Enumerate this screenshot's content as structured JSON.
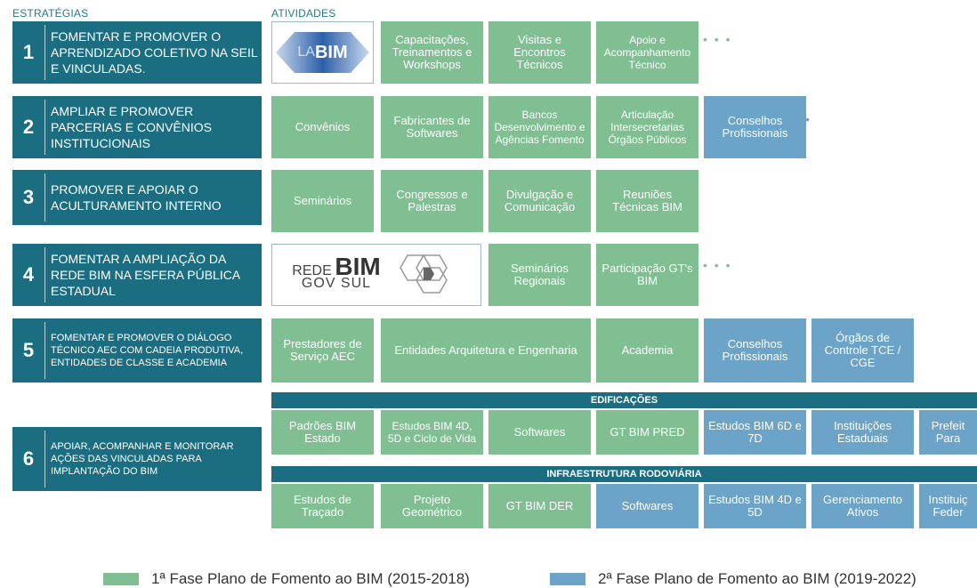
{
  "headers": {
    "strategies": "ESTRATÉGIAS",
    "activities": "ATIVIDADES"
  },
  "strategies": [
    {
      "num": "1",
      "text": "FOMENTAR E PROMOVER O APRENDIZADO COLETIVO NA SEIL E VINCULADAS."
    },
    {
      "num": "2",
      "text": "AMPLIAR E PROMOVER PARCERIAS E CONVÊNIOS INSTITUCIONAIS"
    },
    {
      "num": "3",
      "text": "PROMOVER E APOIAR O ACULTURAMENTO INTERNO"
    },
    {
      "num": "4",
      "text": "FOMENTAR A AMPLIAÇÃO DA REDE BIM NA ESFERA PÚBLICA ESTADUAL"
    },
    {
      "num": "5",
      "text": "FOMENTAR E PROMOVER O DIÁLOGO TÉCNICO AEC COM CADEIA PRODUTIVA, ENTIDADES DE CLASSE E ACADEMIA"
    },
    {
      "num": "6",
      "text": "APOIAR, ACOMPANHAR E MONITORAR AÇÕES DAS VINCULADAS PARA IMPLANTAÇÃO DO BIM"
    }
  ],
  "row1": {
    "logo_text": "BIM",
    "logo_prefix": "LA",
    "items": [
      "Capacitações, Treinamentos e Workshops",
      "Visitas e Encontros Técnicos",
      "Apoio e Acompanhamento Técnico"
    ],
    "more": "• • •"
  },
  "row2": {
    "items": [
      "Convênios",
      "Fabricantes de Softwares",
      "Bancos Desenvolvimento e Agências Fomento",
      "Articulação Intersecretarias Órgãos Públicos",
      "Conselhos Profissionais"
    ],
    "more": "•"
  },
  "row3": {
    "items": [
      "Seminários",
      "Congressos e Palestras",
      "Divulgação e Comunicação",
      "Reuniões Técnicas BIM"
    ]
  },
  "row4": {
    "logo": {
      "rede": "REDE",
      "bim": "BIM",
      "gov": "GOV SUL"
    },
    "items": [
      "Seminários Regionais",
      "Participação GT's BIM"
    ],
    "more": "• • •"
  },
  "row5": {
    "items": [
      "Prestadores de Serviço AEC",
      "Entidades Arquitetura e Engenharia",
      "Academia",
      "Conselhos Profissionais",
      "Órgãos de Controle TCE / CGE"
    ]
  },
  "row6": {
    "band1": "EDIFICAÇÕES",
    "edif": [
      "Padrões BIM Estado",
      "Estudos BIM 4D, 5D e Ciclo de Vida",
      "Softwares",
      "GT BIM PRED",
      "Estudos BIM 6D e 7D",
      "Instituições Estaduais",
      "Prefeit Para"
    ],
    "band2": "INFRAESTRUTURA RODOVIÁRIA",
    "infra": [
      "Estudos de Traçado",
      "Projeto Geométrico",
      "GT BIM DER",
      "Softwares",
      "Estudos BIM 4D e 5D",
      "Gerenciamento Ativos",
      "Instituiç Feder"
    ]
  },
  "legend": [
    {
      "label": "1ª Fase Plano de Fomento ao BIM (2015-2018)",
      "color": "#7fbf92"
    },
    {
      "label": "2ª Fase Plano de Fomento ao BIM (2019-2022)",
      "color": "#6ba3c9"
    }
  ],
  "colors": {
    "strategy": "#1b6e82",
    "phase1": "#7fbf92",
    "phase2": "#6ba3c9"
  }
}
